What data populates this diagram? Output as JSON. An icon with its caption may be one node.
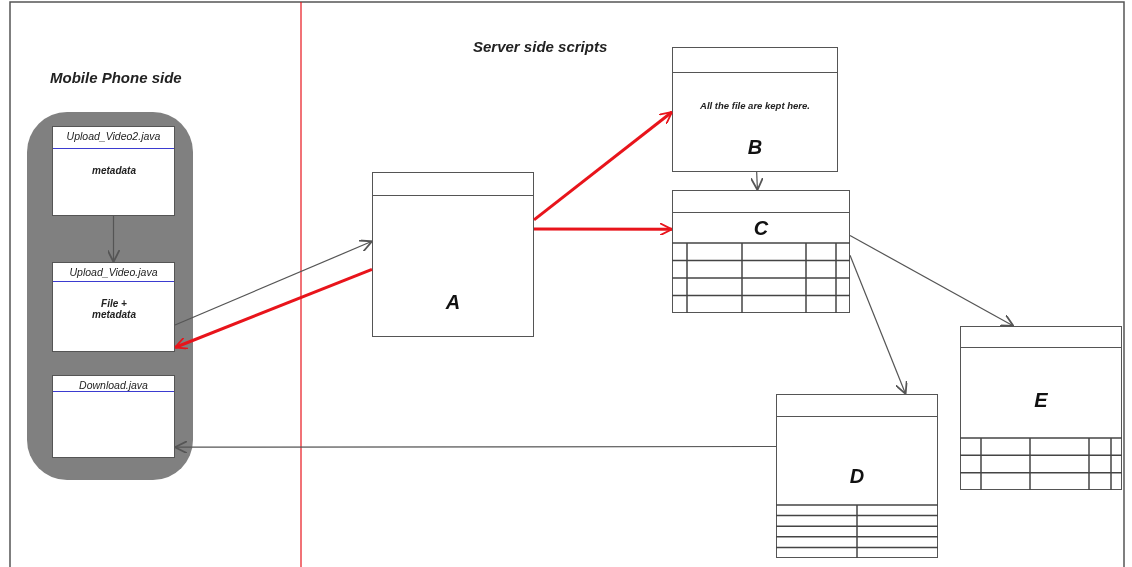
{
  "diagram": {
    "nodes": [
      {
        "text": [],
        "shape": "box"
      },
      {
        "text": [
          "Upload_Video2.java",
          "metadata"
        ],
        "in": 0
      },
      {
        "text": [
          "Upload_Video.java",
          "File + metadata"
        ],
        "in": 0
      },
      {
        "text": [
          "Download.java"
        ],
        "in": 0
      },
      {
        "text": [
          "A"
        ]
      },
      {
        "text": [
          "All the file are kept here.",
          "B"
        ]
      },
      {
        "text": [
          "C"
        ]
      },
      {
        "text": [
          "D"
        ]
      },
      {
        "text": [
          "E"
        ]
      }
    ],
    "edges": [
      {
        "from": 1,
        "to": 2,
        "arrow": "to"
      },
      {
        "from": 2,
        "to": 4,
        "arrow": "to"
      },
      {
        "from": 4,
        "to": 2,
        "arrow": "to",
        "style": "thick",
        "color": "#e8141b"
      },
      {
        "from": 4,
        "to": 5,
        "arrow": "to",
        "style": "thick",
        "color": "#e8141b"
      },
      {
        "from": 4,
        "to": 6,
        "arrow": "to",
        "style": "thick",
        "color": "#e8141b"
      },
      {
        "from": 5,
        "to": 6,
        "arrow": "to"
      },
      {
        "from": 6,
        "to": 8,
        "arrow": "to"
      },
      {
        "from": 6,
        "to": 7,
        "arrow": "to"
      },
      {
        "from": 7,
        "to": 3,
        "arrow": "to"
      }
    ],
    "labels": [
      "Mobile Phone side",
      "Server side scripts"
    ]
  }
}
